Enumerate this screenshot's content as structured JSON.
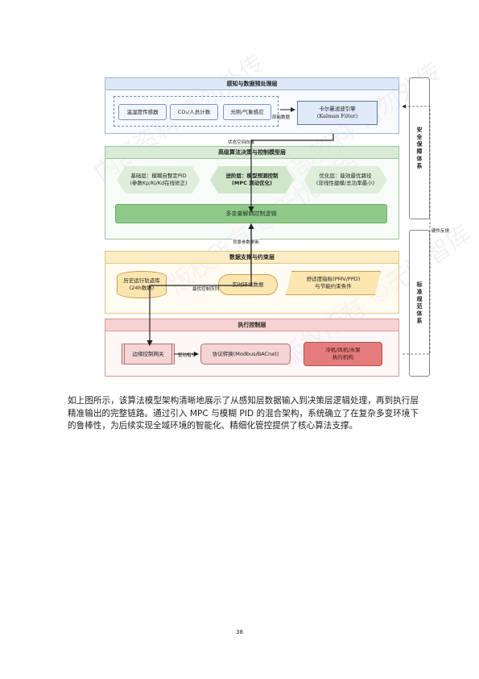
{
  "diagram": {
    "layer1": {
      "title": "感知与数据预处理层",
      "sensors": [
        "温湿度传感器",
        "CO₂/人员计数",
        "光照/气象感应"
      ],
      "kalman_line1": "卡尔曼滤波引擎",
      "kalman_line2": "(Kalman Filter)",
      "raw_data_label": "原始数据"
    },
    "state_vector_label": "状态空间向量",
    "layer2": {
      "title": "高级算法决策与控制模型层",
      "hex": [
        {
          "line1": "基础层：模糊自整定PID",
          "line2": "(参数Kp/Ki/Kd在线修正)"
        },
        {
          "line1": "进阶层：模型预测控制",
          "line2": "(MPC 滚动优化)"
        },
        {
          "line1": "优化层：能效最优路径",
          "line2": "(非线性建模/总功率最小)"
        }
      ],
      "decoupling": "多变量解耦控制逻辑"
    },
    "background_update_label": "背景参数更新",
    "layer3": {
      "title": "数据支撑与约束层",
      "history_line1": "历史运行轨迹库",
      "history_line2": "(24h数据)",
      "cloud": "实时环境数据",
      "optimal_cmd_label": "最优控制序列",
      "comfort_line1": "舒适度指标(PMV/PPD)",
      "comfort_line2": "与节能约束条件"
    },
    "layer4": {
      "title": "执行控制层",
      "gateway": "边缘控制网关",
      "drive_label": "驱动指令",
      "protocol": "协议转换(Modbus/BACnet)",
      "actuator_line1": "冷机/风机/水泵",
      "actuator_line2": "执行机构"
    },
    "side_security": "安全保障体系",
    "side_standard": "标准规范体系",
    "hardware_feedback_label": "硬件反馈",
    "watermark_lines": [
      "内部资料 请勿外传",
      "版权所有 ©无忧智库"
    ]
  },
  "paragraph": "如上图所示，该算法模型架构清晰地展示了从感知层数据输入到决策层逻辑处理，再到执行层精准输出的完整链路。通过引入 MPC 与模糊 PID 的混合架构，系统确立了在复杂多变环境下的鲁棒性，为后续实现全域环境的智能化、精细化管控提供了核心算法支撑。",
  "page_number": "38"
}
